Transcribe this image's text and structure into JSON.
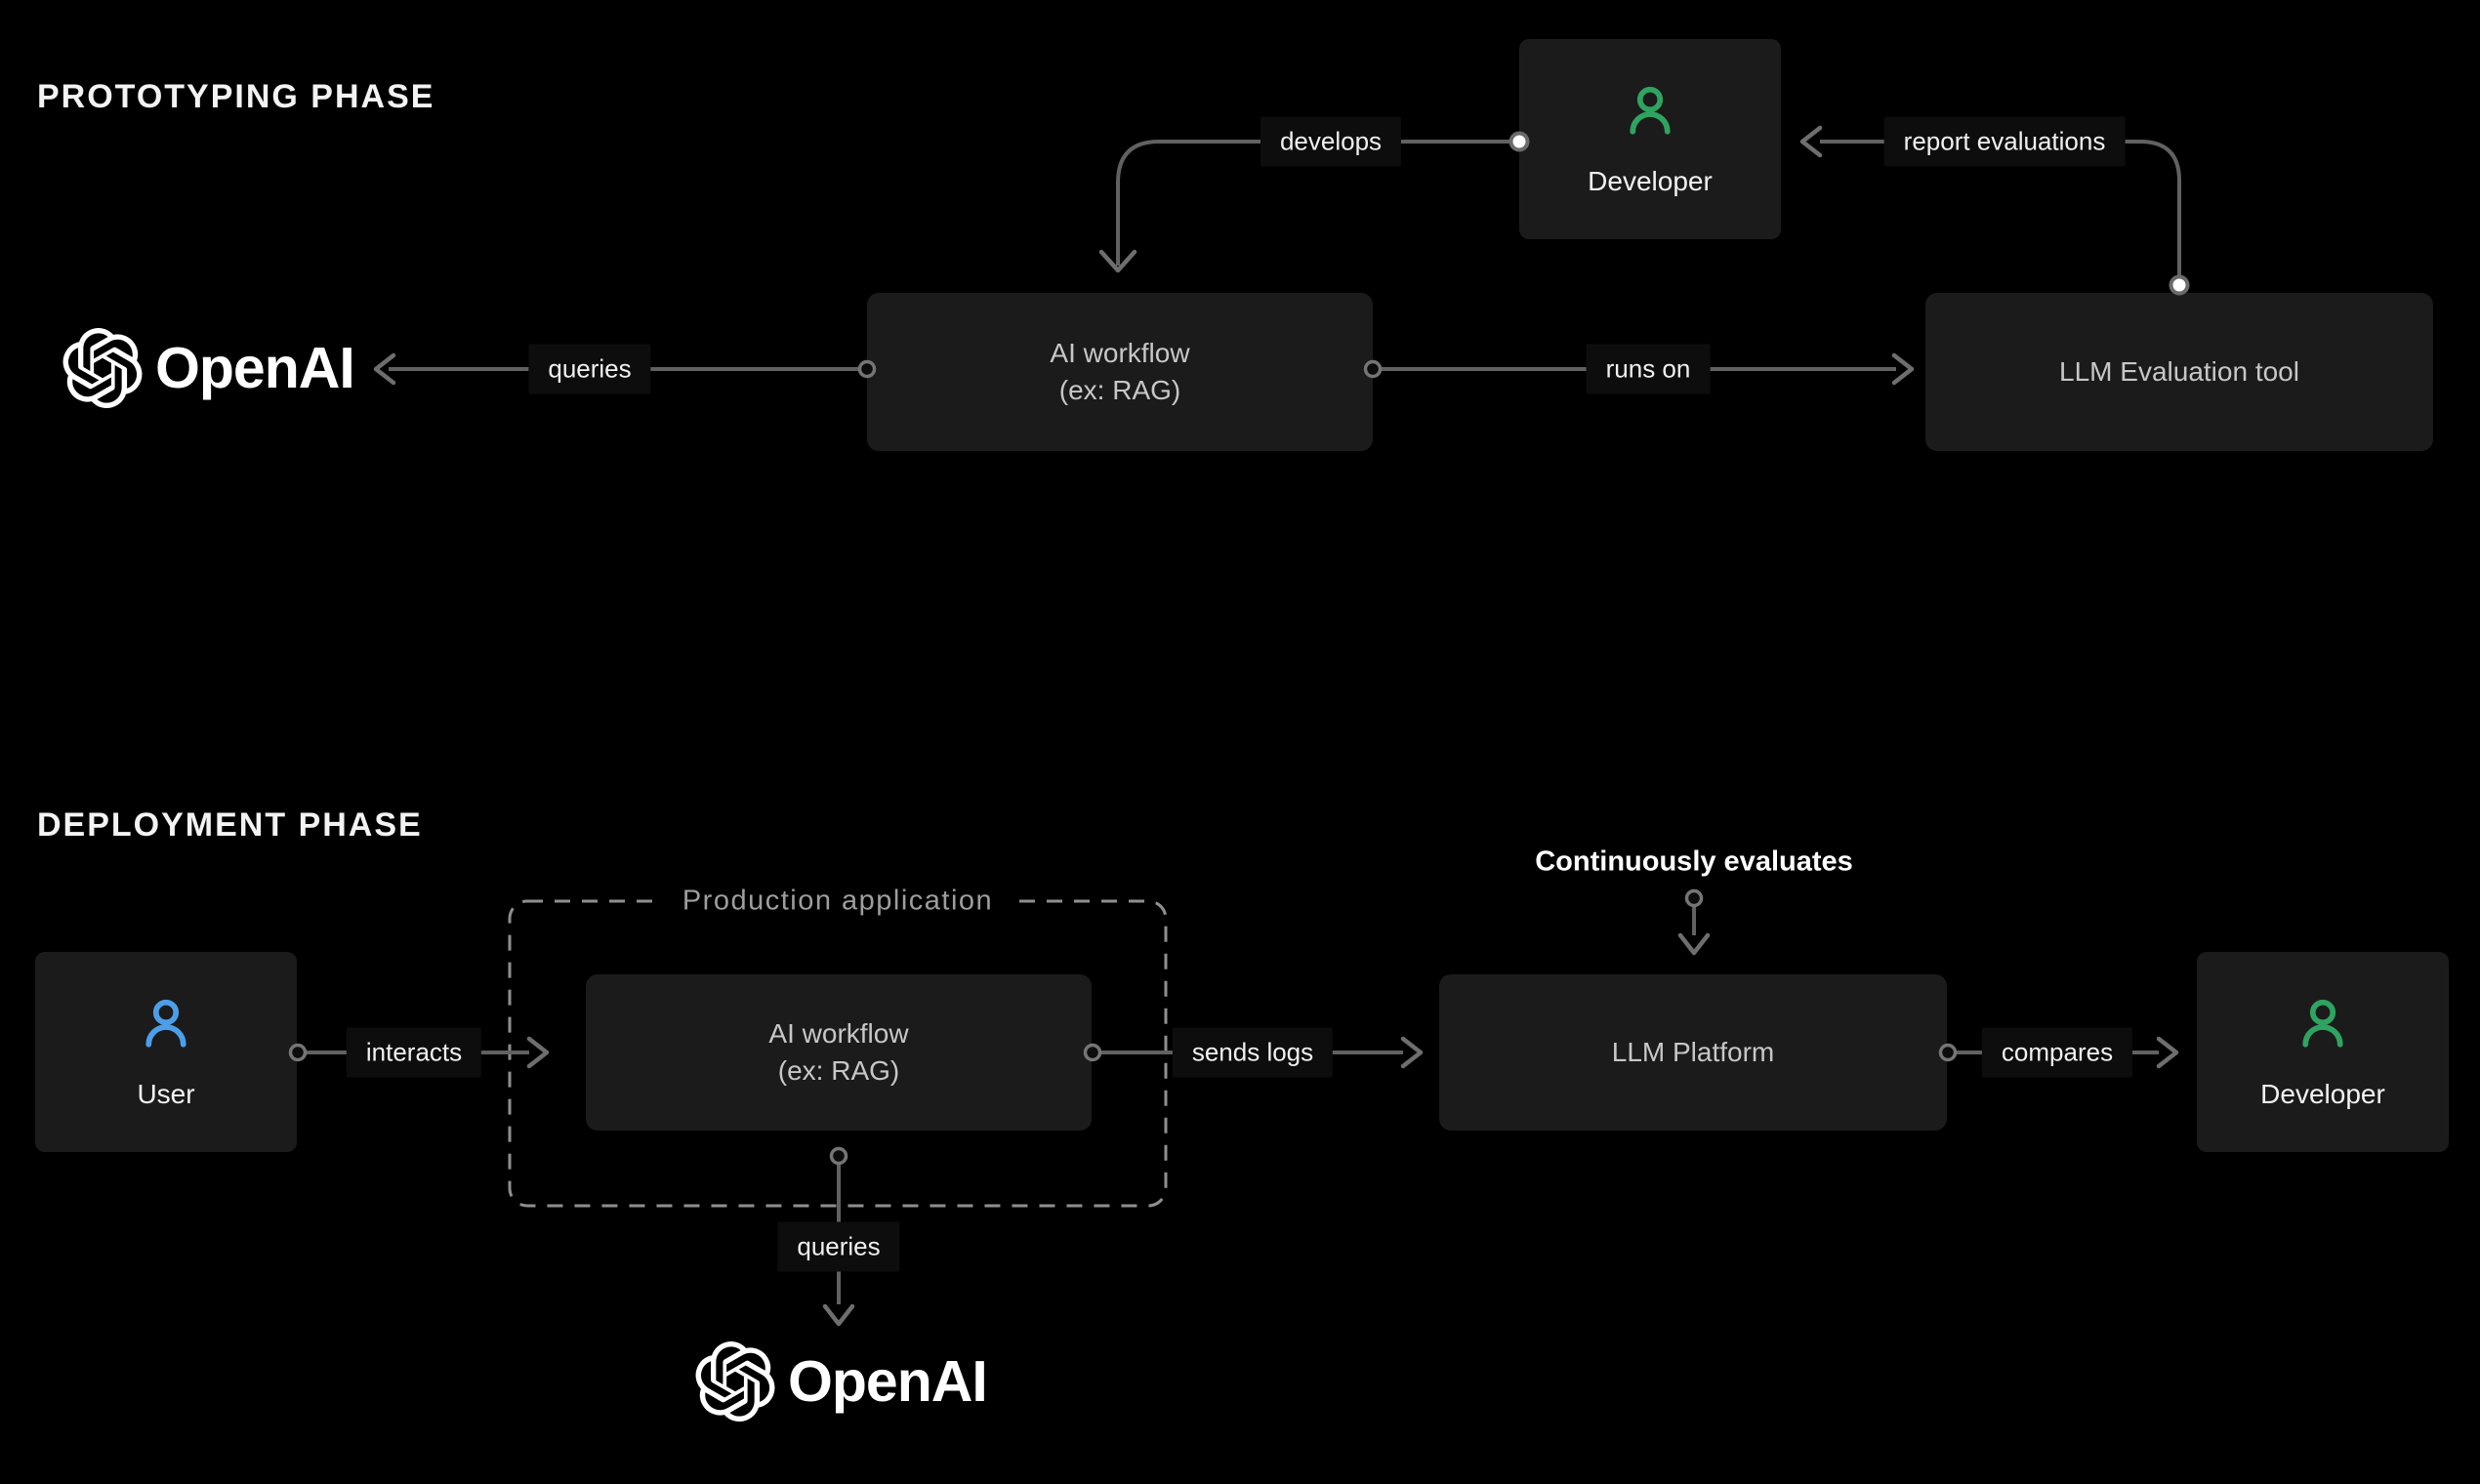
{
  "colors": {
    "background": "#000000",
    "box_bg": "#1b1b1b",
    "box_text": "#c7c7c7",
    "bright_text": "#f2f2f2",
    "line": "#616161",
    "arrowhead": "#6e6e6e",
    "dashed_border": "#8f8f8f",
    "green_icon": "#2fa360",
    "blue_icon": "#4b9fe8"
  },
  "prototyping": {
    "title": "PROTOTYPING PHASE",
    "openai": {
      "wordmark": "OpenAI"
    },
    "nodes": {
      "ai_workflow": {
        "line1": "AI workflow",
        "line2": "(ex: RAG)"
      },
      "developer": {
        "label": "Developer"
      },
      "llm_evaluation_tool": {
        "label": "LLM Evaluation tool"
      }
    },
    "edges": {
      "queries": "queries",
      "develops": "develops",
      "report_evaluations": "report evaluations",
      "runs_on": "runs on"
    }
  },
  "deployment": {
    "title": "DEPLOYMENT PHASE",
    "openai": {
      "wordmark": "OpenAI"
    },
    "nodes": {
      "user": {
        "label": "User"
      },
      "production_application": {
        "label": "Production application"
      },
      "ai_workflow": {
        "line1": "AI workflow",
        "line2": "(ex: RAG)"
      },
      "llm_platform": {
        "label": "LLM Platform"
      },
      "developer": {
        "label": "Developer"
      }
    },
    "edges": {
      "interacts": "interacts",
      "sends_logs": "sends logs",
      "compares": "compares",
      "queries": "queries",
      "continuously_evaluates": "Continuously evaluates"
    }
  }
}
